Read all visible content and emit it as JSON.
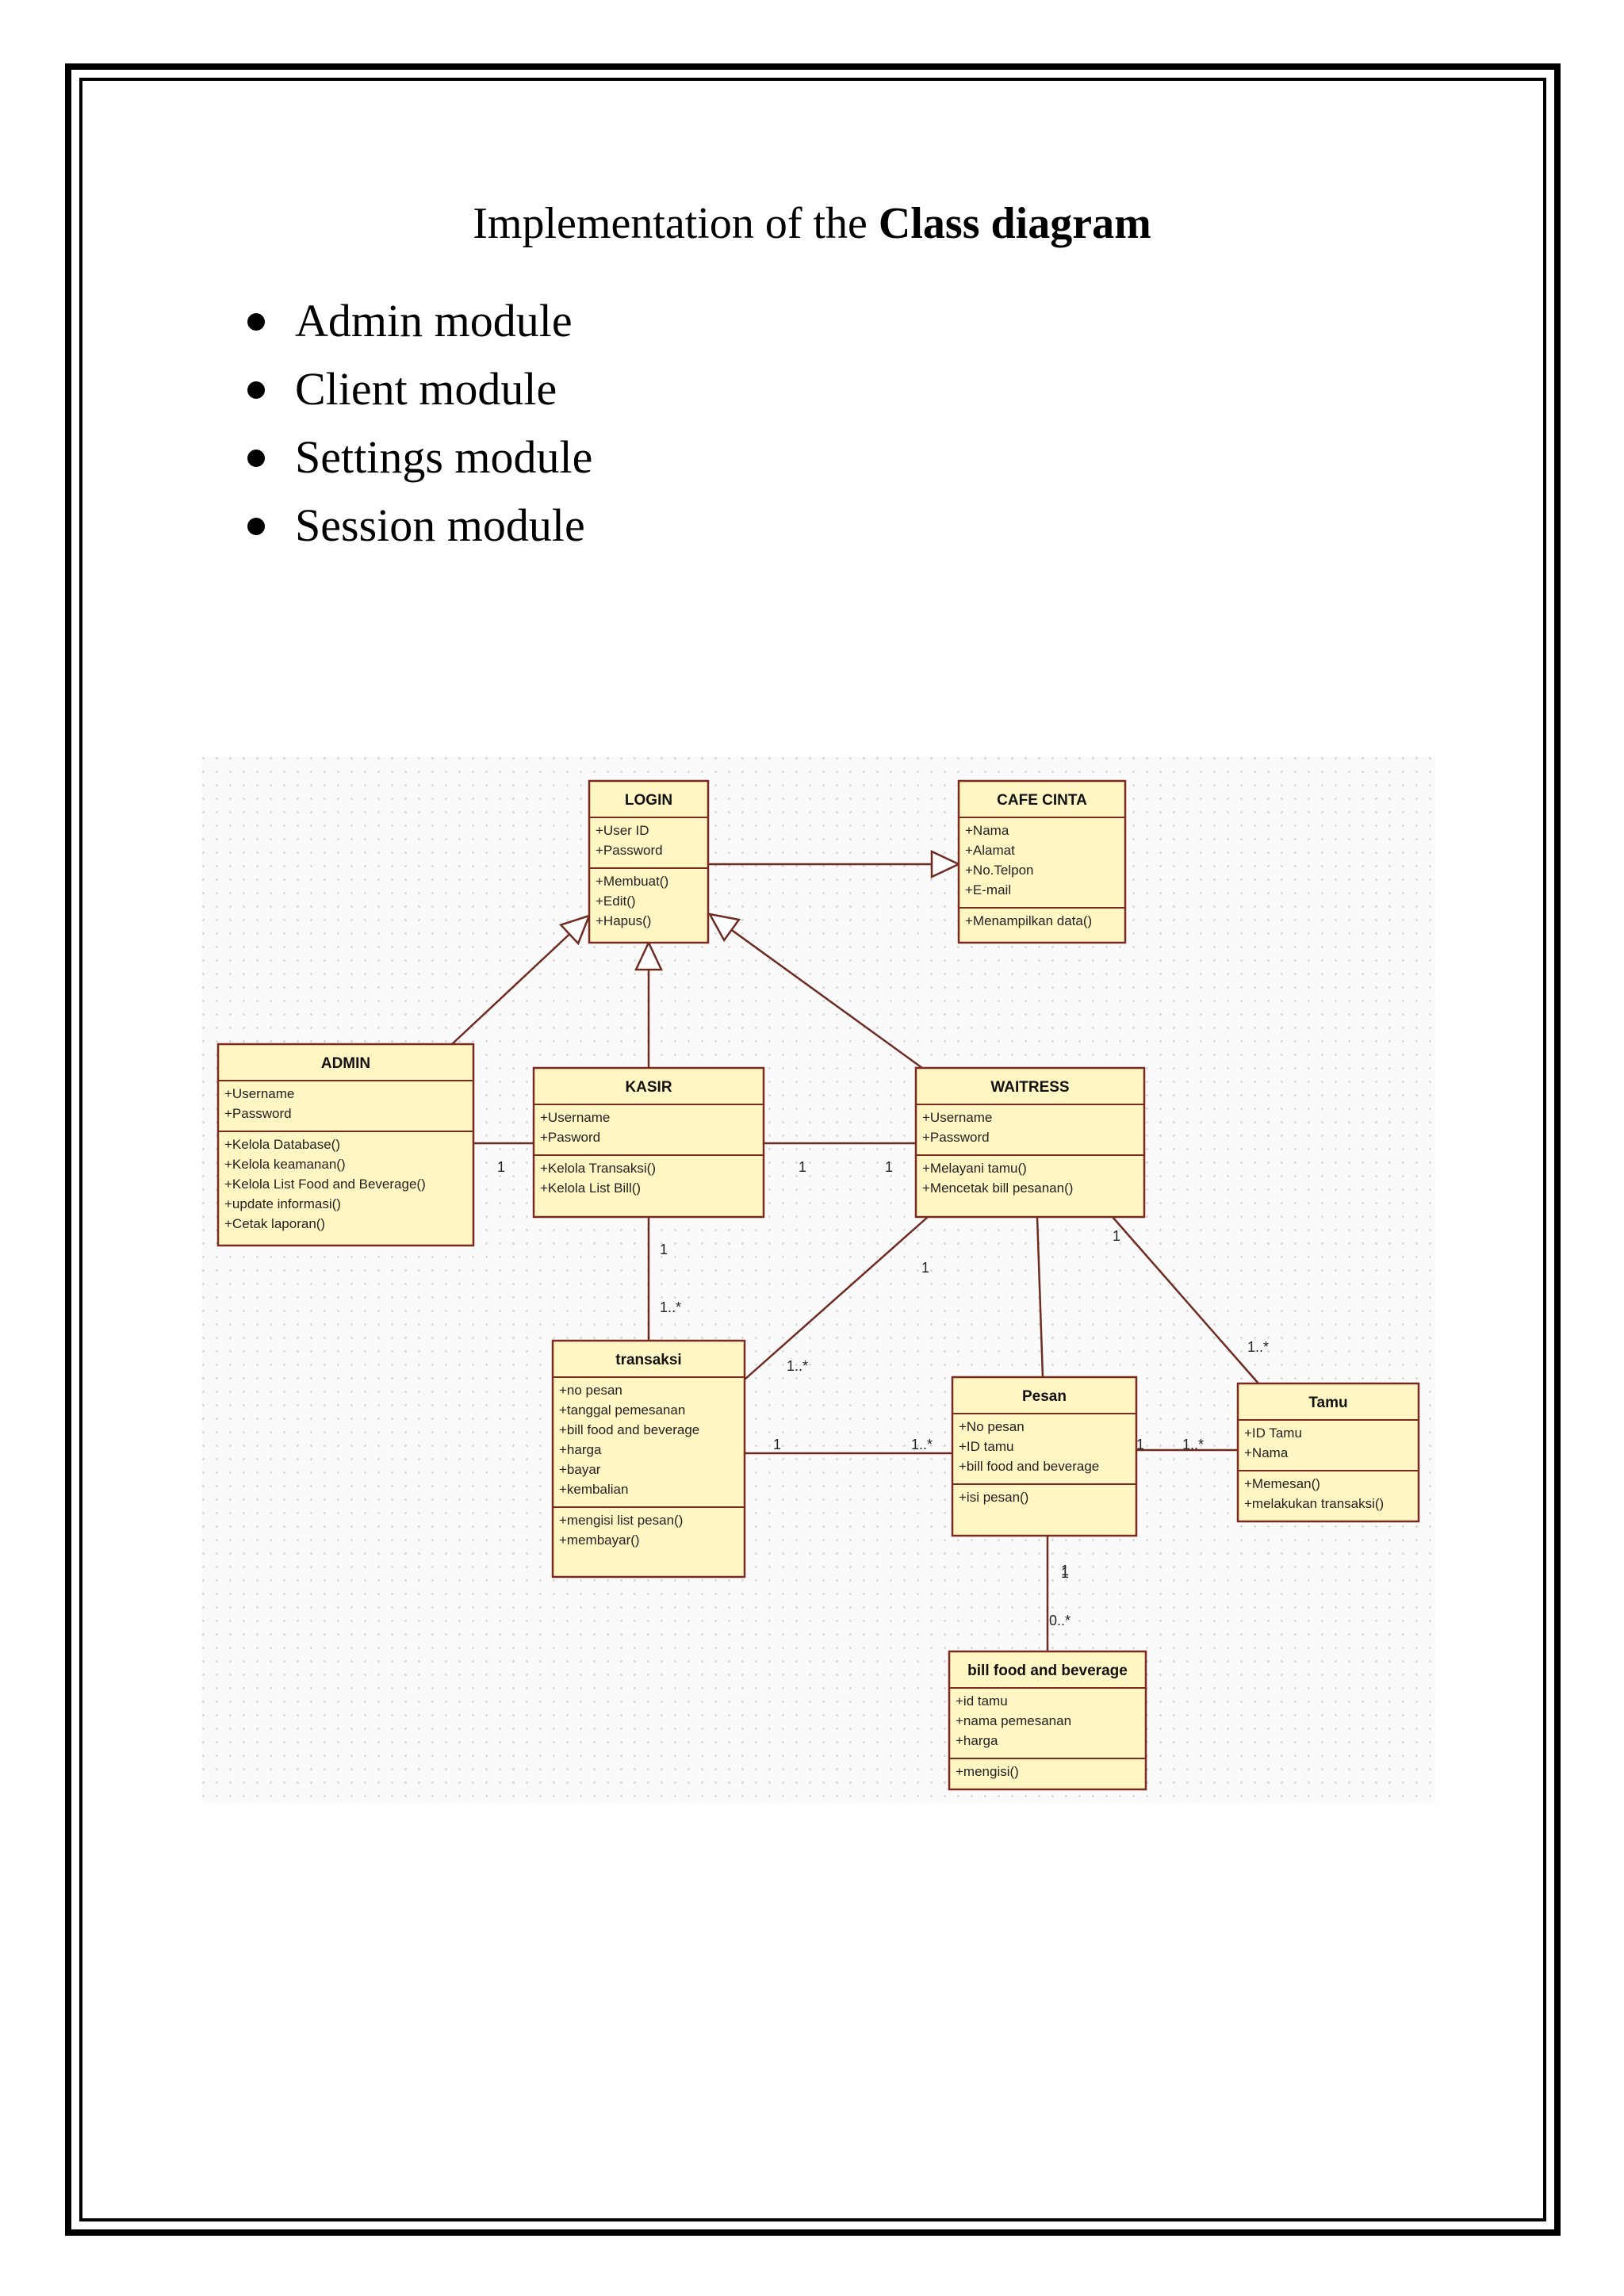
{
  "page": {
    "title_prefix": "Implementation of the ",
    "title_bold": "Class diagram",
    "modules": [
      "Admin module",
      "Client module",
      "Settings module",
      "Session module"
    ]
  },
  "colors": {
    "class_fill": "#fff6c4",
    "class_stroke": "#7a2a1e",
    "line": "#6e2b22",
    "grid": "#d9d9d9"
  },
  "diagram": {
    "classes": [
      {
        "name": "LOGIN",
        "attributes": [
          "+User ID",
          "+Password"
        ],
        "operations": [
          "+Membuat()",
          "+Edit()",
          "+Hapus()"
        ]
      },
      {
        "name": "CAFE CINTA",
        "attributes": [
          "+Nama",
          "+Alamat",
          "+No.Telpon",
          "+E-mail"
        ],
        "operations": [
          "+Menampilkan data()"
        ]
      },
      {
        "name": "ADMIN",
        "attributes": [
          "+Username",
          "+Password"
        ],
        "operations": [
          "+Kelola Database()",
          "+Kelola keamanan()",
          "+Kelola List Food and Beverage()",
          "+update informasi()",
          "+Cetak laporan()"
        ]
      },
      {
        "name": "KASIR",
        "attributes": [
          "+Username",
          "+Pasword"
        ],
        "operations": [
          "+Kelola Transaksi()",
          "+Kelola List Bill()"
        ]
      },
      {
        "name": "WAITRESS",
        "attributes": [
          "+Username",
          "+Password"
        ],
        "operations": [
          "+Melayani tamu()",
          "+Mencetak bill pesanan()"
        ]
      },
      {
        "name": "transaksi",
        "attributes": [
          "+no pesan",
          "+tanggal pemesanan",
          "+bill food and beverage",
          "+harga",
          "+bayar",
          "+kembalian"
        ],
        "operations": [
          "+mengisi list pesan()",
          "+membayar()"
        ]
      },
      {
        "name": "Pesan",
        "attributes": [
          "+No pesan",
          "+ID tamu",
          "+bill food and beverage"
        ],
        "operations": [
          "+isi pesan()"
        ]
      },
      {
        "name": "Tamu",
        "attributes": [
          "+ID Tamu",
          "+Nama"
        ],
        "operations": [
          "+Memesan()",
          "+melakukan transaksi()"
        ]
      },
      {
        "name": "bill food and beverage",
        "attributes": [
          "+id tamu",
          "+nama pemesanan",
          "+harga"
        ],
        "operations": [
          "+mengisi()"
        ]
      }
    ],
    "multiplicities": [
      "1",
      "1",
      "1",
      "1",
      "1",
      "1..*",
      "1",
      "1..*",
      "1",
      "1..*",
      "1",
      "1..*",
      "1..*",
      "1",
      "1",
      "0..*"
    ]
  }
}
